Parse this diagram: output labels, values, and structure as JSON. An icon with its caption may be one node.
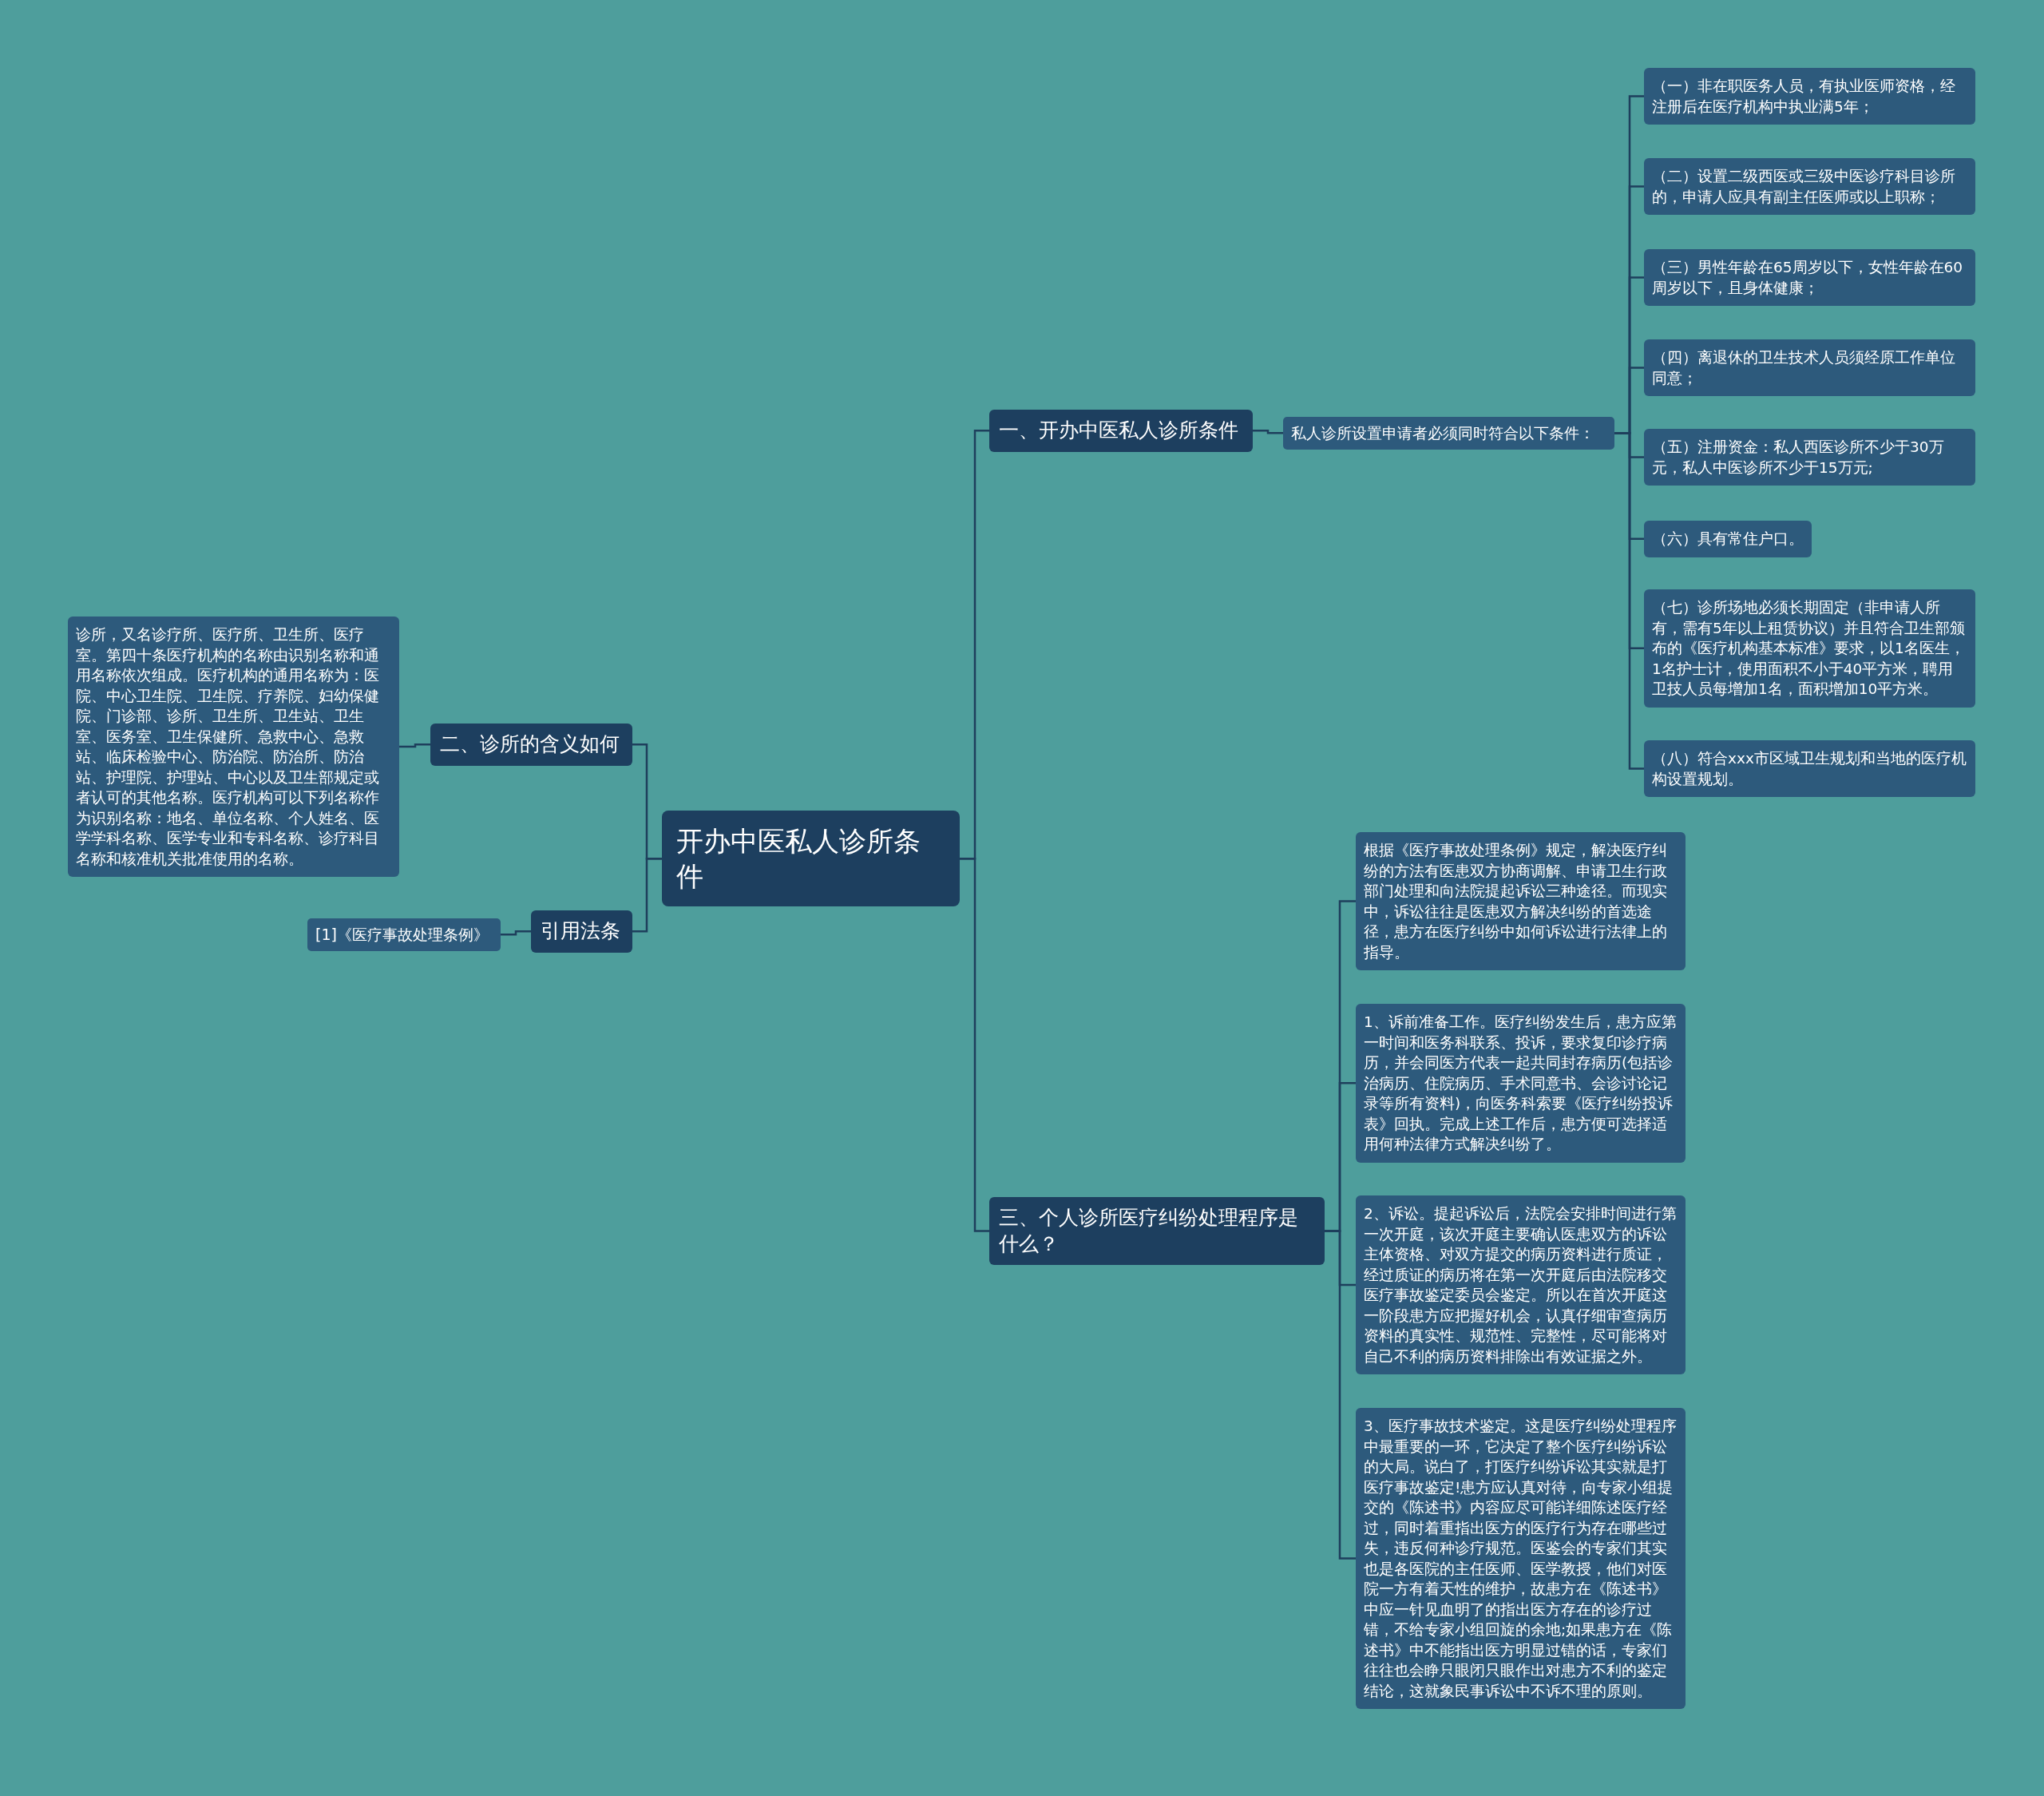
{
  "diagram": {
    "nodes": [
      {
        "text": [
          "开办中医私人诊所条件"
        ]
      },
      {
        "text": [
          "一、开办中医私人诊所条件"
        ]
      },
      {
        "text": [
          "私人诊所设置申请者必须同时符合以下条件："
        ]
      },
      {
        "text": [
          "（一）非在职医务人员，有执业医师资格，经注册后在医疗机构中执业满5年；"
        ]
      },
      {
        "text": [
          "（二）设置二级西医或三级中医诊疗科目诊所的，申请人应具有副主任医师或以上职称；"
        ]
      },
      {
        "text": [
          "（三）男性年龄在65周岁以下，女性年龄在60周岁以下，且身体健康；"
        ]
      },
      {
        "text": [
          "（四）离退休的卫生技术人员须经原工作单位同意；"
        ]
      },
      {
        "text": [
          "（五）注册资金：私人西医诊所不少于30万元，私人中医诊所不少于15万元;"
        ]
      },
      {
        "text": [
          "（六）具有常住户口。"
        ]
      },
      {
        "text": [
          "（七）诊所场地必须长期固定（非申请人所有，需有5年以上租赁协议）并且符合卫生部颁布的《医疗机构基本标准》要求，以1名医生，1名护士计，使用面积不小于40平方米，聘用卫技人员每增加1名，面积增加10平方米。"
        ]
      },
      {
        "text": [
          "（八）符合xxx市区域卫生规划和当地的医疗机构设置规划。"
        ]
      },
      {
        "text": [
          "三、个人诊所医疗纠纷处理程序是什么？"
        ]
      },
      {
        "text": [
          "根据《医疗事故处理条例》规定，解决医疗纠纷的方法有医患双方协商调解、申请卫生行政部门处理和向法院提起诉讼三种途径。而现实中，诉讼往往是医患双方解决纠纷的首选途径，患方在医疗纠纷中如何诉讼进行法律上的指导。"
        ]
      },
      {
        "text": [
          "1、诉前准备工作。医疗纠纷发生后，患方应第一时间和医务科联系、投诉，要求复印诊疗病历，并会同医方代表一起共同封存病历(包括诊治病历、住院病历、手术同意书、会诊讨论记录等所有资料)，向医务科索要《医疗纠纷投诉表》回执。完成上述工作后，患方便可选择适用何种法律方式解决纠纷了。"
        ]
      },
      {
        "text": [
          "2、诉讼。提起诉讼后，法院会安排时间进行第一次开庭，该次开庭主要确认医患双方的诉讼主体资格、对双方提交的病历资料进行质证，经过质证的病历将在第一次开庭后由法院移交医疗事故鉴定委员会鉴定。所以在首次开庭这一阶段患方应把握好机会，认真仔细审查病历资料的真实性、规范性、完整性，尽可能将对自己不利的病历资料排除出有效证据之外。"
        ]
      },
      {
        "text": [
          "3、医疗事故技术鉴定。这是医疗纠纷处理程序中最重要的一环，它决定了整个医疗纠纷诉讼的大局。说白了，打医疗纠纷诉讼其实就是打医疗事故鉴定!患方应认真对待，向专家小组提交的《陈述书》内容应尽可能详细陈述医疗经过，同时着重指出医方的医疗行为存在哪些过失，违反何种诊疗规范。医鉴会的专家们其实也是各医院的主任医师、医学教授，他们对医院一方有着天性的维护，故患方在《陈述书》中应一针见血明了的指出医方存在的诊疗过错，不给专家小组回旋的余地;如果患方在《陈述书》中不能指出医方明显过错的话，专家们往往也会睁只眼闭只眼作出对患方不利的鉴定结论，这就象民事诉讼中不诉不理的原则。"
        ]
      },
      {
        "text": [
          "二、诊所的含义如何"
        ]
      },
      {
        "text": [
          "诊所，又名诊疗所、医疗所、卫生所、医疗室。第四十条医疗机构的名称由识别名称和通用名称依次组成。医疗机构的通用名称为：医院、中心卫生院、卫生院、疗养院、妇幼保健院、门诊部、诊所、卫生所、卫生站、卫生室、医务室、卫生保健所、急救中心、急救站、临床检验中心、防治院、防治所、防治站、护理院、护理站、中心以及卫生部规定或者认可的其他名称。医疗机构可以下列名称作为识别名称：地名、单位名称、个人姓名、医学学科名称、医学专业和专科名称、诊疗科目名称和核准机关批准使用的名称。"
        ]
      },
      {
        "text": [
          "引用法条"
        ]
      },
      {
        "text": [
          "[1]《医疗事故处理条例》"
        ]
      }
    ],
    "edges": [
      {
        "from": 0,
        "to": 1,
        "arrow": "none"
      },
      {
        "from": 1,
        "to": 2,
        "arrow": "none"
      },
      {
        "from": 2,
        "to": 3,
        "arrow": "none"
      },
      {
        "from": 2,
        "to": 4,
        "arrow": "none"
      },
      {
        "from": 2,
        "to": 5,
        "arrow": "none"
      },
      {
        "from": 2,
        "to": 6,
        "arrow": "none"
      },
      {
        "from": 2,
        "to": 7,
        "arrow": "none"
      },
      {
        "from": 2,
        "to": 8,
        "arrow": "none"
      },
      {
        "from": 2,
        "to": 9,
        "arrow": "none"
      },
      {
        "from": 2,
        "to": 10,
        "arrow": "none"
      },
      {
        "from": 0,
        "to": 11,
        "arrow": "none"
      },
      {
        "from": 11,
        "to": 12,
        "arrow": "none"
      },
      {
        "from": 11,
        "to": 13,
        "arrow": "none"
      },
      {
        "from": 11,
        "to": 14,
        "arrow": "none"
      },
      {
        "from": 11,
        "to": 15,
        "arrow": "none"
      },
      {
        "from": 0,
        "to": 16,
        "arrow": "none"
      },
      {
        "from": 16,
        "to": 17,
        "arrow": "none"
      },
      {
        "from": 0,
        "to": 18,
        "arrow": "none"
      },
      {
        "from": 18,
        "to": 19,
        "arrow": "none"
      }
    ]
  }
}
